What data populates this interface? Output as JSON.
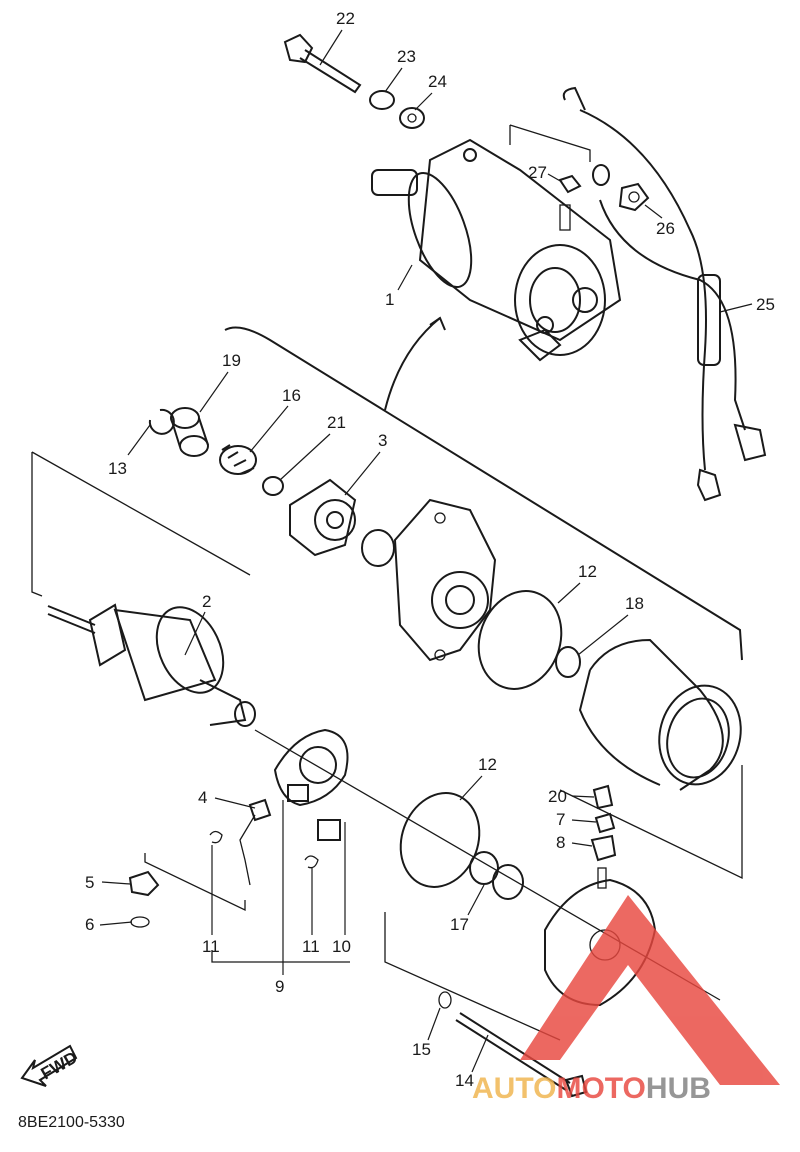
{
  "diagram_code": "8BE2100-5330",
  "fwd_label": "FWD",
  "callouts": [
    "1",
    "2",
    "3",
    "4",
    "5",
    "6",
    "7",
    "8",
    "9",
    "10",
    "11",
    "11",
    "12",
    "12",
    "13",
    "14",
    "15",
    "16",
    "17",
    "18",
    "19",
    "20",
    "21",
    "22",
    "23",
    "24",
    "25",
    "26",
    "27"
  ],
  "watermark": {
    "text_auto": "AUTO",
    "text_moto": "MOTO",
    "text_hub": "HUB",
    "color_auto": "#f0b44c",
    "color_moto": "#e8483f",
    "color_hub": "#808080",
    "triangle_color": "#e8483f"
  }
}
